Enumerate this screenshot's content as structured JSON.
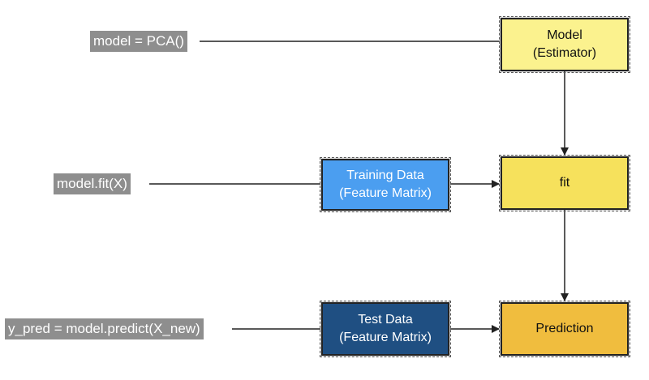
{
  "code_labels": {
    "model_init": "model = PCA()",
    "model_fit": "model.fit(X)",
    "model_predict": "y_pred = model.predict(X_new)"
  },
  "boxes": {
    "model": {
      "line1": "Model",
      "line2": "(Estimator)"
    },
    "fit": {
      "line1": "fit"
    },
    "prediction": {
      "line1": "Prediction"
    },
    "training_data": {
      "line1": "Training Data",
      "line2": "(Feature Matrix)"
    },
    "test_data": {
      "line1": "Test Data",
      "line2": "(Feature Matrix)"
    }
  },
  "colors": {
    "code_label_bg": "#8e8e8e",
    "model_box": "#fbf28e",
    "fit_box": "#f6e15c",
    "prediction_box": "#f0bd3e",
    "training_box": "#4b9ef0",
    "test_box": "#1f4f82",
    "connector": "#222222"
  }
}
